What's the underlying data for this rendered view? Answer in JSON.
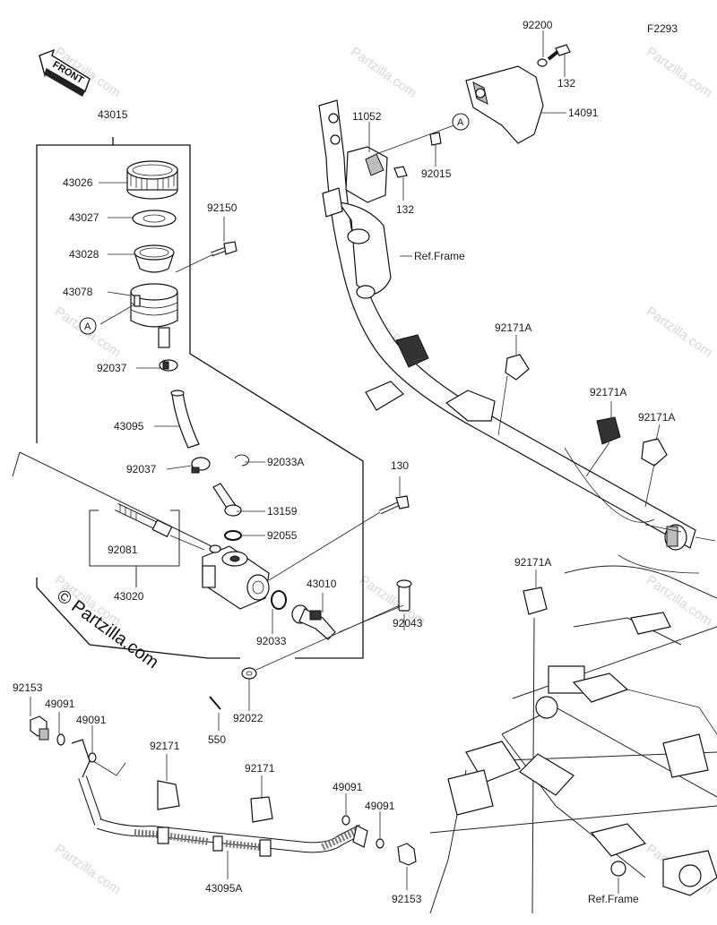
{
  "diagram_code": "F2293",
  "front_label": "FRONT",
  "watermark": "© Partzilla.com",
  "watermark_small": "Partzilla.com",
  "callout_marker": "A",
  "ref_frame_label": "Ref.Frame",
  "parts": {
    "p43015": "43015",
    "p43026": "43026",
    "p43027": "43027",
    "p43028": "43028",
    "p43078": "43078",
    "p92150": "92150",
    "p92037a": "92037",
    "p92037b": "92037",
    "p43095": "43095",
    "p92033a": "92033A",
    "p13159": "13159",
    "p92055": "92055",
    "p92081": "92081",
    "p43020": "43020",
    "p92033": "92033",
    "p43010": "43010",
    "p130": "130",
    "p92043": "92043",
    "p92022": "92022",
    "p550": "550",
    "p92153a": "92153",
    "p49091a": "49091",
    "p49091b": "49091",
    "p92171a": "92171",
    "p92171b": "92171",
    "p43095a": "43095A",
    "p49091c": "49091",
    "p49091d": "49091",
    "p92153b": "92153",
    "p92200": "92200",
    "p132a": "132",
    "p14091": "14091",
    "p11052": "11052",
    "p92015": "92015",
    "p132b": "132",
    "p92171A_1": "92171A",
    "p92171A_2": "92171A",
    "p92171A_3": "92171A",
    "p92171A_4": "92171A"
  }
}
